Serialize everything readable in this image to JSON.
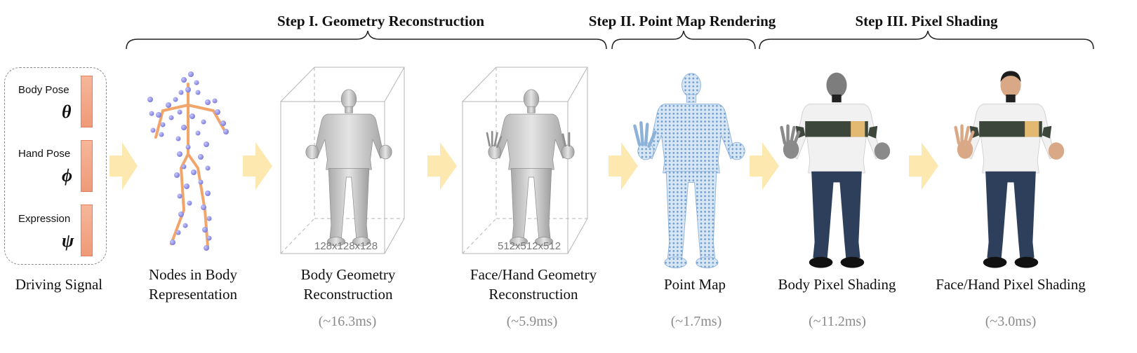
{
  "steps": {
    "geometry": "Step I. Geometry Reconstruction",
    "pointmap": "Step II. Point Map Rendering",
    "shading": "Step III. Pixel Shading"
  },
  "signals": [
    {
      "label": "Body Pose",
      "symbol": "θ"
    },
    {
      "label": "Hand Pose",
      "symbol": "ϕ"
    },
    {
      "label": "Expression",
      "symbol": "ψ"
    }
  ],
  "resolutions": {
    "body": "128x128x128",
    "face_hand": "512x512x512"
  },
  "captions": {
    "driving_signal": "Driving  Signal",
    "nodes": "Nodes in Body\nRepresentation",
    "body_geometry": "Body Geometry\nReconstruction",
    "face_hand_geometry": "Face/Hand Geometry\nReconstruction",
    "point_map": "Point Map",
    "body_shading": "Body Pixel Shading",
    "face_hand_shading": "Face/Hand Pixel Shading"
  },
  "timings": {
    "body_geometry": "(~16.3ms)",
    "face_hand_geometry": "(~5.9ms)",
    "point_map": "(~1.7ms)",
    "body_shading": "(~11.2ms)",
    "face_hand_shading": "(~3.0ms)"
  },
  "colors": {
    "arrow": "#fde9b0",
    "skeleton": "#f2a56b",
    "node": "#8f8fe0",
    "mesh": "#c9c9c9",
    "pointmap": "#a9c6e6",
    "signal_bar": "#ef9a78"
  }
}
